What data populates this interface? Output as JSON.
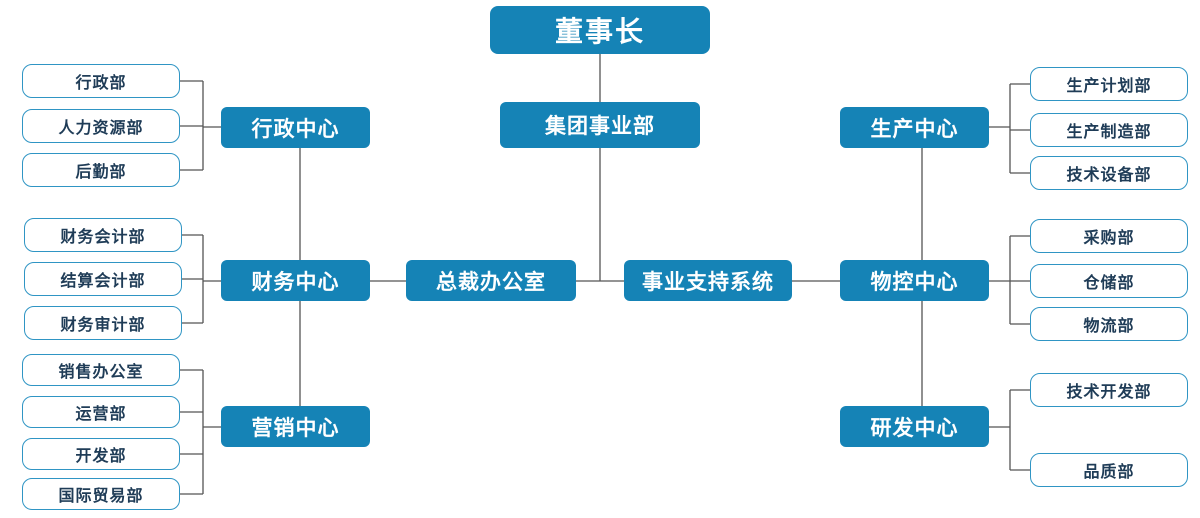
{
  "top": "董事长",
  "group": "集团事业部",
  "ceo_office": "总裁办公室",
  "support": "事业支持系统",
  "left": {
    "admin": {
      "label": "行政中心",
      "depts": [
        "行政部",
        "人力资源部",
        "后勤部"
      ]
    },
    "finance": {
      "label": "财务中心",
      "depts": [
        "财务会计部",
        "结算会计部",
        "财务审计部"
      ]
    },
    "marketing": {
      "label": "营销中心",
      "depts": [
        "销售办公室",
        "运营部",
        "开发部",
        "国际贸易部"
      ]
    }
  },
  "right": {
    "production": {
      "label": "生产中心",
      "depts": [
        "生产计划部",
        "生产制造部",
        "技术设备部"
      ]
    },
    "material": {
      "label": "物控中心",
      "depts": [
        "采购部",
        "仓储部",
        "物流部"
      ]
    },
    "rnd": {
      "label": "研发中心",
      "depts": [
        "技术开发部",
        "品质部"
      ]
    }
  },
  "colors": {
    "box": "#1583b6",
    "leaf_border": "#2f95c4",
    "leaf_text": "#1f3c57",
    "line": "#555555"
  }
}
